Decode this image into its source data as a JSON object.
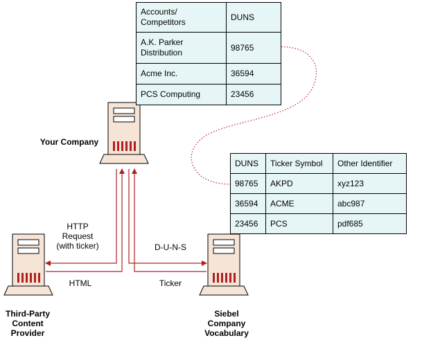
{
  "accounts_table": {
    "rows": [
      [
        "Accounts/\nCompetitors",
        "DUNS"
      ],
      [
        "A.K. Parker\nDistribution",
        "98765"
      ],
      [
        "Acme Inc.",
        "36594"
      ],
      [
        "PCS Computing",
        "23456"
      ]
    ]
  },
  "vocab_table": {
    "rows": [
      [
        "DUNS",
        "Ticker Symbol",
        "Other Identifier"
      ],
      [
        "98765",
        "AKPD",
        "xyz123"
      ],
      [
        "36594",
        "ACME",
        "abc987"
      ],
      [
        "23456",
        "PCS",
        "pdf685"
      ]
    ]
  },
  "nodes": {
    "your_company": "Your Company",
    "third_party": "Third-Party\nContent\nProvider",
    "siebel": "Siebel\nCompany\nVocabulary"
  },
  "arrows": {
    "http_request": "HTTP\nRequest\n(with ticker)",
    "html": "HTML",
    "duns": "D-U-N-S",
    "ticker": "Ticker"
  },
  "colors": {
    "table_fill": "#e6f6f6",
    "server_body": "#f6e4d6",
    "server_stripes": "#b02020",
    "arrow": "#b02020",
    "dotted_link": "#c02020"
  }
}
